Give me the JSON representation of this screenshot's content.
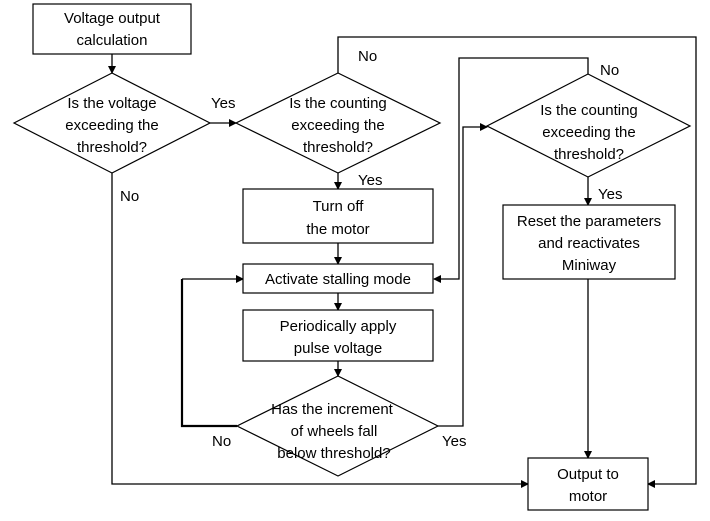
{
  "nodes": {
    "voltage_output": [
      "Voltage output",
      "calculation"
    ],
    "voltage_decision": [
      "Is the voltage",
      "exceeding the",
      "threshold?"
    ],
    "counting_decision_1": [
      "Is the counting",
      "exceeding the",
      "threshold?"
    ],
    "turn_off": [
      "Turn off",
      "the motor"
    ],
    "activate_stalling": [
      "Activate stalling mode"
    ],
    "periodic_pulse": [
      "Periodically apply",
      "pulse voltage"
    ],
    "increment_decision": [
      "Has the increment",
      "of wheels fall",
      "below threshold?"
    ],
    "counting_decision_2": [
      "Is the counting",
      "exceeding the",
      "threshold?"
    ],
    "reset_params": [
      "Reset the parameters",
      "and reactivates",
      "Miniway"
    ],
    "output_motor": [
      "Output to",
      "motor"
    ]
  },
  "edge_labels": {
    "voltage_yes": "Yes",
    "voltage_no": "No",
    "counting1_yes": "Yes",
    "counting1_no": "No",
    "counting2_yes": "Yes",
    "counting2_no": "No",
    "increment_yes": "Yes",
    "increment_no": "No"
  }
}
